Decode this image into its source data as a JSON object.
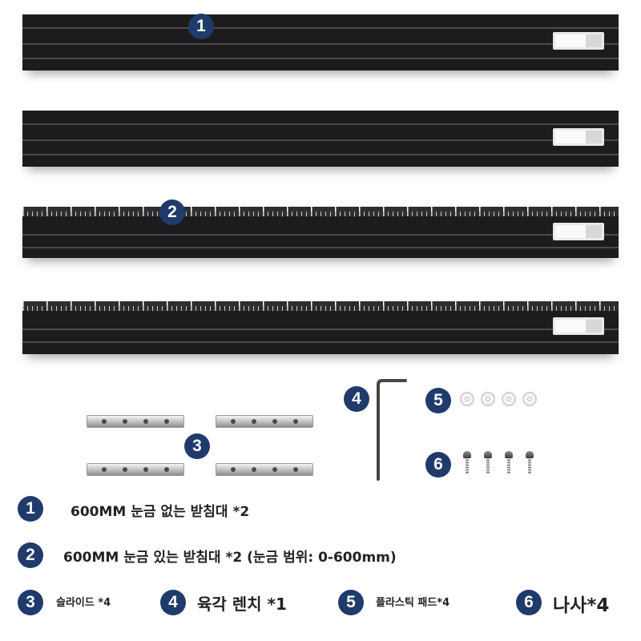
{
  "badges": [
    "1",
    "2",
    "3",
    "4",
    "5",
    "6"
  ],
  "legend": {
    "item1": "600MM 눈금 없는 받침대 *2",
    "item2": "600MM 눈금 있는 받침대 *2 (눈금 범위: 0-600mm)",
    "item3": "슬라이드 *4",
    "item4": "육각 렌치 *1",
    "item5": "플라스틱 패드*4",
    "item6": "나사*4"
  },
  "colors": {
    "badge": "#1f3b6b",
    "rail": "#1c1c1e"
  },
  "icons": [
    "rail-profile",
    "scale-rail-profile",
    "slide-bracket-icon",
    "hex-wrench-icon",
    "washer-icon",
    "screw-icon"
  ]
}
